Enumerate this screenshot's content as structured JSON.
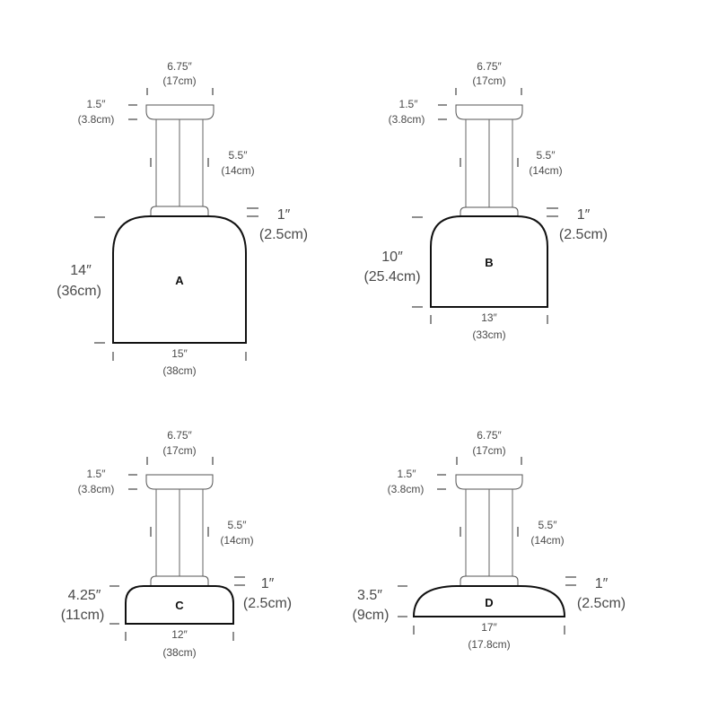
{
  "variants": [
    {
      "id": "A",
      "label": "A",
      "canopy_width": "6.75″",
      "canopy_width_cm": "(17cm)",
      "canopy_height": "1.5″",
      "canopy_height_cm": "(3.8cm)",
      "stem_length": "5.5″",
      "stem_length_cm": "(14cm)",
      "collar_height": "1″",
      "collar_height_cm": "(2.5cm)",
      "shade_height": "14″",
      "shade_height_cm": "(36cm)",
      "shade_width": "15″",
      "shade_width_cm": "(38cm)"
    },
    {
      "id": "B",
      "label": "B",
      "canopy_width": "6.75″",
      "canopy_width_cm": "(17cm)",
      "canopy_height": "1.5″",
      "canopy_height_cm": "(3.8cm)",
      "stem_length": "5.5″",
      "stem_length_cm": "(14cm)",
      "collar_height": "1″",
      "collar_height_cm": "(2.5cm)",
      "shade_height": "10″",
      "shade_height_cm": "(25.4cm)",
      "shade_width": "13″",
      "shade_width_cm": "(33cm)"
    },
    {
      "id": "C",
      "label": "C",
      "canopy_width": "6.75″",
      "canopy_width_cm": "(17cm)",
      "canopy_height": "1.5″",
      "canopy_height_cm": "(3.8cm)",
      "stem_length": "5.5″",
      "stem_length_cm": "(14cm)",
      "collar_height": "1″",
      "collar_height_cm": "(2.5cm)",
      "shade_height": "4.25″",
      "shade_height_cm": "(11cm)",
      "shade_width": "12″",
      "shade_width_cm": "(38cm)"
    },
    {
      "id": "D",
      "label": "D",
      "canopy_width": "6.75″",
      "canopy_width_cm": "(17cm)",
      "canopy_height": "1.5″",
      "canopy_height_cm": "(3.8cm)",
      "stem_length": "5.5″",
      "stem_length_cm": "(14cm)",
      "collar_height": "1″",
      "collar_height_cm": "(2.5cm)",
      "shade_height": "3.5″",
      "shade_height_cm": "(9cm)",
      "shade_width": "17″",
      "shade_width_cm": "(17.8cm)"
    }
  ]
}
